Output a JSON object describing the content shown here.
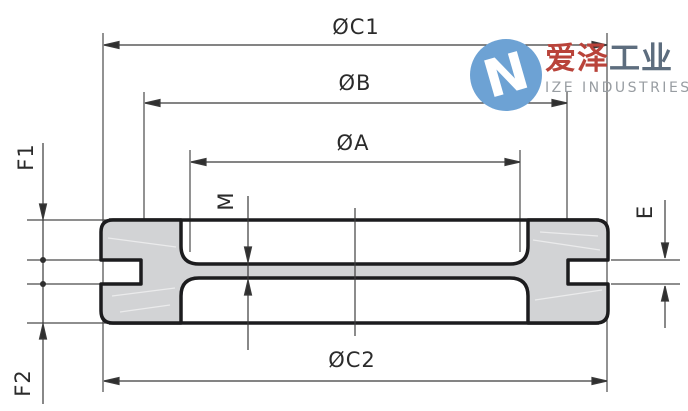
{
  "drawing": {
    "type": "grommet-cross-section",
    "dimensions": {
      "c1": "ØC1",
      "b": "ØB",
      "a": "ØA",
      "c2": "ØC2",
      "f1": "F1",
      "f2": "F2",
      "m": "M",
      "e": "E"
    },
    "colors": {
      "outline": "#1c1c1e",
      "fill": "#d2d3d5",
      "dim_line": "#4a4a4a",
      "label_text": "#2b2b2b"
    }
  },
  "logo": {
    "emblem_letter": "N",
    "cn_first": "爱泽",
    "cn_second": "工业",
    "en": "IZE INDUSTRIES",
    "colors": {
      "circle": "#6da2d4",
      "cn_first": "#b9433a",
      "cn_second": "#5d6d7e",
      "en": "#989da2"
    }
  }
}
